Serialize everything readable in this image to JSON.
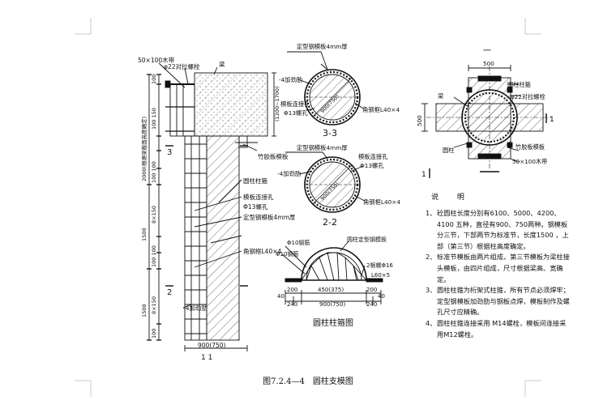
{
  "labels": {
    "beam_elev": "梁",
    "bolt_elev": "φ22对拉螺栓",
    "wood_top": "50×100木带",
    "bamboo_elev": "竹胶板模板",
    "beam_height": "(1200~1700)",
    "dim_100a": "100",
    "dim_150a": "100 150",
    "dim_2000": "2000(根据梁截面高度确定)",
    "dim_1500a": "1500",
    "dim_1500b": "1500",
    "dim_8x150a": "8×150",
    "dim_8x150b": "8×150",
    "dim_100b": "100 100",
    "dim_100c": "100 100",
    "dim_100d": "100",
    "mark3": "3",
    "mark2": "2",
    "round_form": "圆柱柱箍",
    "conn_hole_elev": "模板连接孔",
    "bolt13_elev": "Φ13螺孔",
    "steel_4mm_elev": "定型钢模板4mm厚",
    "angle_elev": "角钢框L40×4",
    "stiff_elev": "-4加劲肋",
    "bottom_dim": "900(750)",
    "sec11": "1  1",
    "s33_steel": "定型钢模板4mm厚",
    "s33_stiff": "-4加劲肋",
    "s33_conn": "模板连接孔",
    "s33_bolt": "Φ13螺孔",
    "s33_angle": "角钢框L40×4",
    "s33_inner": "900(750)",
    "s33_title": "3-3",
    "s22_steel": "定型钢模板4mm厚",
    "s22_stiff": "-4加劲肋",
    "s22_conn": "模板连接孔",
    "s22_bolt": "Φ13螺孔",
    "s22_angle": "角钢框L40×4",
    "s22_inner": "900(750)",
    "s22_title": "2-2",
    "hoop_rib1": "Φ10钢筋",
    "hoop_steel": "圆柱定型钢模板",
    "hoop_rib2": "Φ10钢筋",
    "hoop_bolt": "2根螺Φ16",
    "hoop_angle": "L60×5",
    "hoop_d1": "200",
    "hoop_d2": "450(375)",
    "hoop_d3": "200",
    "hoop_d4": "40",
    "hoop_d5": "40",
    "hoop_d6": "240",
    "hoop_d7": "900(750)",
    "hoop_d8": "240",
    "hoop_title": "圆柱柱箍图",
    "p_dim500": "500",
    "p_dim500v": "500",
    "p_col": "圆柱柱箍",
    "p_bolt": "φ22对拉螺栓",
    "p_beam": "梁",
    "p_round": "圆柱",
    "p_bamboo": "竹胶板模板",
    "p_wood": "50×100木带",
    "p_sec1a": "1",
    "p_sec1b": "1",
    "p_title": "一"
  },
  "notes": {
    "title": "说 明",
    "items": [
      {
        "num": "1、",
        "text": "砼圆柱长度分别有6100、5000、4200、4100 五种，直径有900、750两种。钢模板分三节，下部两节为标准节，长度1500 ，上部（第三节）根据柱高度确定。"
      },
      {
        "num": "2、",
        "text": "标准节模板由两片组成，第三节模板为梁柱接头模板，由四片组成，尺寸根据梁高、宽确定。"
      },
      {
        "num": "3、",
        "text": "圆柱柱箍为桁架式柱箍，所有节点必须焊牢；定型钢模板加劲肋与钢板点焊，模板制作及螺孔尺寸应精确。"
      },
      {
        "num": "4、",
        "text": "圆柱柱箍连接采用 M14螺栓，模板间连接采用M12螺栓。"
      }
    ]
  },
  "caption": {
    "fig_no": "图7.2.4—4",
    "fig_title": "圆柱支模图"
  }
}
